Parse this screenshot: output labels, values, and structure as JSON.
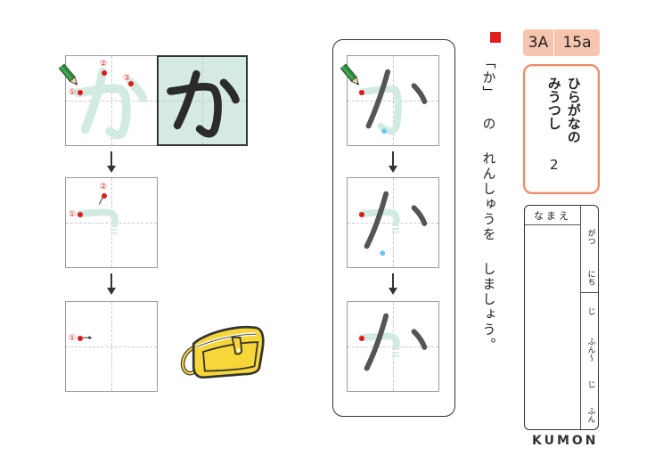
{
  "worksheet": {
    "level": "3A",
    "page": "15a",
    "title_line1": "ひらがなの",
    "title_line2": "みうつし",
    "title_number": "2",
    "instruction": "「か」の れんしゅうを しましょう。",
    "instruction_parts": [
      "「か」",
      "の",
      "れんしゅうを",
      "しましょう。"
    ],
    "name_label": "なまえ",
    "date_labels": {
      "month": "がつ",
      "day": "にち"
    },
    "time_labels": {
      "start_hour": "じ",
      "start_min": "ふん～",
      "end_hour": "じ",
      "end_min": "ふん"
    },
    "brand": "KUMON",
    "model_character": "か",
    "stroke_numbers": [
      "①",
      "②",
      "③"
    ],
    "colors": {
      "accent_red": "#e02020",
      "code_badge_bg": "#f5c5ad",
      "title_border": "#ec8a68",
      "model_bg": "#d5ebe2",
      "trace_stroke": "#d2ebe2",
      "ink": "#444444",
      "bag_yellow": "#f7d63a"
    }
  },
  "left_column": {
    "step1": {
      "label": "stroke-order model with pencil",
      "numbers": [
        "①",
        "②",
        "③"
      ]
    },
    "step2": {
      "numbers": [
        "①",
        "②"
      ]
    },
    "step3": {
      "numbers": [
        "①"
      ]
    }
  },
  "right_column": {
    "boxes": [
      "trace stroke 2",
      "trace stroke 1 (partial)",
      "trace stroke 1 (start)"
    ]
  },
  "illustration": {
    "name": "yellow pencil case"
  }
}
